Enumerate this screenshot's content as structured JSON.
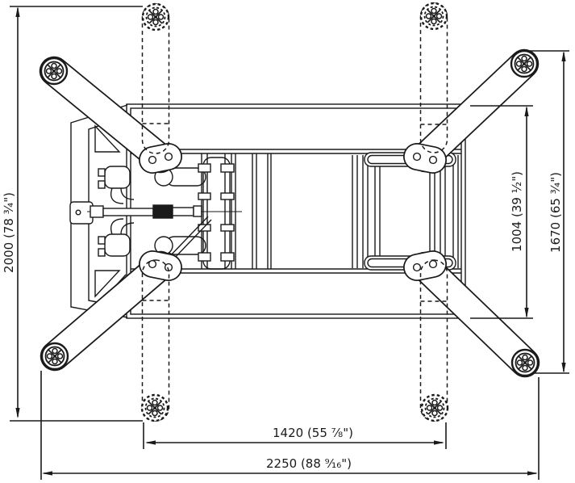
{
  "drawing": {
    "colors": {
      "line": "#1a1a1a",
      "background": "#ffffff"
    },
    "dimensions": {
      "left": "2000 (78 ¾\")",
      "right_inner": "1004 (39 ½\")",
      "right_outer": "1670 (65 ¾\")",
      "bottom_inner": "1420 (55 ⅞\")",
      "bottom_outer": "2250 (88 ⁹⁄₁₆\")"
    }
  }
}
